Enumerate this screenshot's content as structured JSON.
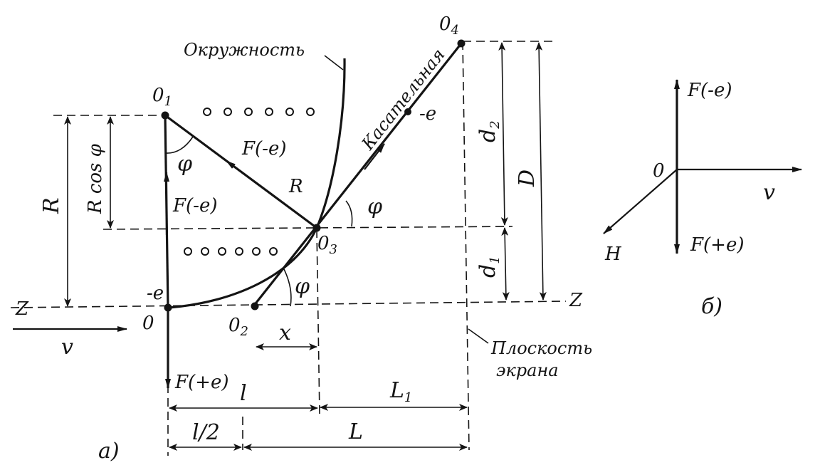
{
  "diagram_a": {
    "panel_label": "а)",
    "points": {
      "O": "0",
      "O1_base": "0",
      "O1_sub": "1",
      "O2_base": "0",
      "O2_sub": "2",
      "O3_base": "0",
      "O3_sub": "3",
      "O4_base": "0",
      "O4_sub": "4"
    },
    "axis_z_left": "Z",
    "axis_z_right": "Z",
    "velocity": "v",
    "charge_at_O": "-e",
    "charge_on_tangent": "-e",
    "circle_label": "Окружность",
    "tangent_label": "Касательная",
    "screen_label_line1": "Плоскость",
    "screen_label_line2": "экрана",
    "force_neg_radius": "F(-e)",
    "force_neg_axis": "F(-e)",
    "force_pos_axis": "F(+e)",
    "radius_label": "R",
    "radius_dim": "R",
    "rcos_dim": "R cos φ",
    "phi": "φ",
    "x_dim": "x",
    "l_dim": "l",
    "l_half_dim": "l/2",
    "L1_base": "L",
    "L1_sub": "1",
    "L_dim": "L",
    "d1_base": "d",
    "d1_sub": "1",
    "d2_base": "d",
    "d2_sub": "2",
    "D_dim": "D"
  },
  "diagram_b": {
    "panel_label": "б)",
    "origin": "0",
    "force_up": "F(-e)",
    "force_down": "F(+e)",
    "velocity": "v",
    "field": "H"
  }
}
